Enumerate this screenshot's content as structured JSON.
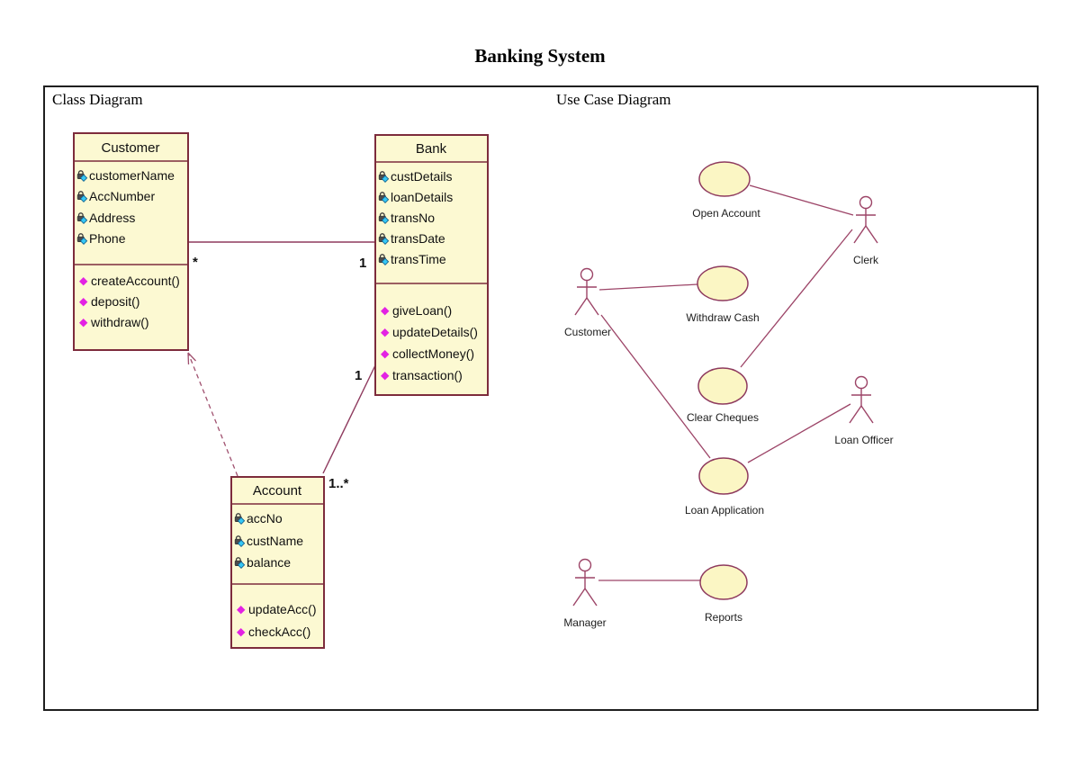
{
  "title": "Banking System",
  "panels": {
    "left_header": "Class Diagram",
    "right_header": "Use Case Diagram"
  },
  "class_diagram": {
    "classes": [
      {
        "name": "Customer",
        "attributes": [
          "customerName",
          "AccNumber",
          "Address",
          "Phone"
        ],
        "methods": [
          "createAccount()",
          "deposit()",
          "withdraw()"
        ]
      },
      {
        "name": "Bank",
        "attributes": [
          "custDetails",
          "loanDetails",
          "transNo",
          "transDate",
          "transTime"
        ],
        "methods": [
          "giveLoan()",
          "updateDetails()",
          "collectMoney()",
          "transaction()"
        ]
      },
      {
        "name": "Account",
        "attributes": [
          "accNo",
          "custName",
          "balance"
        ],
        "methods": [
          "updateAcc()",
          "checkAcc()"
        ]
      }
    ],
    "associations": [
      {
        "from": "Customer",
        "to": "Bank",
        "from_label": "*",
        "to_label": "1",
        "style": "solid"
      },
      {
        "from": "Bank",
        "to": "Account",
        "from_label": "1",
        "to_label": "1..*",
        "style": "solid"
      },
      {
        "from": "Account",
        "to": "Customer",
        "from_label": "",
        "to_label": "",
        "style": "dashed-dependency-arrow"
      }
    ],
    "icons": {
      "attribute_icon": "padlock-with-cyan-diamond",
      "method_icon": "magenta-diamond"
    }
  },
  "use_case_diagram": {
    "actors": [
      {
        "name": "Customer"
      },
      {
        "name": "Clerk"
      },
      {
        "name": "Loan Officer"
      },
      {
        "name": "Manager"
      }
    ],
    "use_cases": [
      {
        "name": "Open Account"
      },
      {
        "name": "Withdraw Cash"
      },
      {
        "name": "Clear Cheques"
      },
      {
        "name": "Loan Application"
      },
      {
        "name": "Reports"
      }
    ],
    "connections": [
      {
        "from": "Open Account",
        "to": "Clerk"
      },
      {
        "from": "Customer",
        "to": "Withdraw Cash"
      },
      {
        "from": "Clerk",
        "to": "Clear Cheques"
      },
      {
        "from": "Customer",
        "to": "Loan Application"
      },
      {
        "from": "Loan Application",
        "to": "Loan Officer"
      },
      {
        "from": "Manager",
        "to": "Reports"
      }
    ]
  },
  "colors": {
    "class_box_fill": "#fcf9d2",
    "class_box_border": "#7d2c3c",
    "connector_line": "#8e3a5e",
    "usecase_fill": "#fbf6c4",
    "actor_stroke": "#9c4467",
    "attribute_icon_cyan": "#35c8f5",
    "method_icon_magenta": "#e322e3",
    "panel_border": "#1f1f1f"
  }
}
